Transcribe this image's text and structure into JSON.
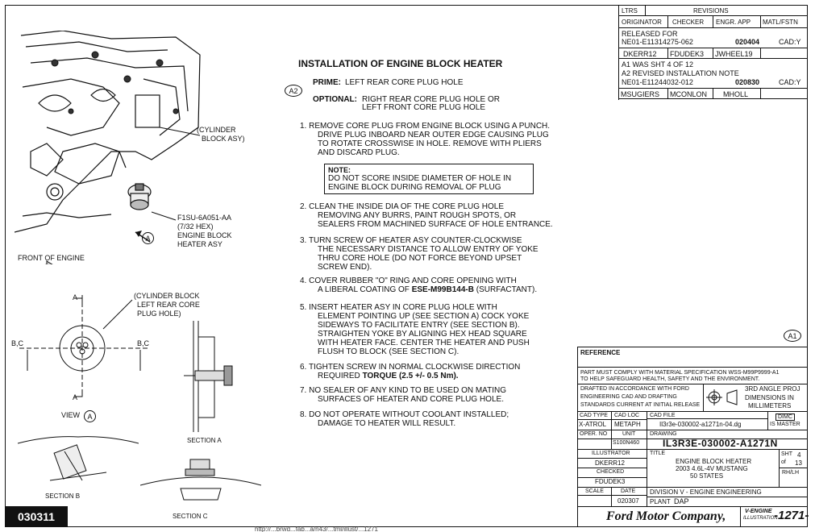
{
  "doc_code": "030311",
  "url_fragment": "http://...brwd...fab...a/n43/...tml/illust/...1271",
  "heading": "INSTALLATION OF ENGINE BLOCK HEATER",
  "rev_marker_a2": "A2",
  "rev_marker_a1": "A1",
  "prime_label": "PRIME:",
  "prime_text": "LEFT REAR CORE PLUG HOLE",
  "optional_label": "OPTIONAL:",
  "optional_line1": "RIGHT REAR CORE PLUG HOLE OR",
  "optional_line2": "LEFT FRONT CORE PLUG HOLE",
  "steps": {
    "s1": [
      "1.  REMOVE CORE PLUG FROM ENGINE BLOCK USING A PUNCH.",
      "DRIVE PLUG INBOARD NEAR OUTER EDGE CAUSING PLUG",
      "TO ROTATE CROSSWISE IN HOLE. REMOVE WITH PLIERS",
      "AND DISCARD PLUG."
    ],
    "note_title": "NOTE:",
    "note_lines": [
      "DO NOT SCORE INSIDE DIAMETER OF HOLE IN",
      "ENGINE BLOCK DURING REMOVAL OF PLUG"
    ],
    "s2": [
      "2.  CLEAN THE INSIDE DIA OF THE CORE PLUG HOLE",
      "REMOVING ANY BURRS, PAINT ROUGH SPOTS, OR",
      "SEALERS FROM MACHINED SURFACE OF HOLE ENTRANCE."
    ],
    "s3": [
      "3.  TURN SCREW OF HEATER ASY COUNTER-CLOCKWISE",
      "THE NECESSARY DISTANCE TO ALLOW ENTRY OF YOKE",
      "THRU CORE HOLE (DO NOT FORCE BEYOND UPSET",
      "SCREW END)."
    ],
    "s4_l1": "4.  COVER RUBBER \"O\" RING AND CORE OPENING WITH",
    "s4_l2a": "A LIBERAL COATING OF ",
    "s4_l2b": "ESE-M99B144-B",
    "s4_l2c": " (SURFACTANT).",
    "s5": [
      "5.  INSERT HEATER ASY IN CORE PLUG HOLE WITH",
      "ELEMENT POINTING UP (SEE SECTION A) COCK YOKE",
      "SIDEWAYS TO FACILITATE ENTRY (SEE SECTION B).",
      "STRAIGHTEN YOKE BY ALIGNING HEX HEAD SQUARE",
      "WITH HEATER FACE. CENTER THE HEATER AND PUSH",
      "FLUSH TO BLOCK (SEE SECTION C)."
    ],
    "s6_l1": "6.  TIGHTEN SCREW IN NORMAL CLOCKWISE DIRECTION",
    "s6_l2a": "REQUIRED ",
    "s6_l2b": "TORQUE (2.5 +/- 0.5 Nm).",
    "s7": [
      "7.  NO SEALER OF ANY KIND TO BE USED ON MATING",
      "SURFACES OF HEATER AND CORE PLUG HOLE."
    ],
    "s8": [
      "8.  DO NOT OPERATE WITHOUT COOLANT INSTALLED;",
      "DAMAGE TO HEATER WILL RESULT."
    ]
  },
  "illus": {
    "cyl_block": [
      "(CYLINDER",
      "BLOCK ASY)"
    ],
    "part": [
      "F1SU-6A051-AA",
      "(7/32 HEX)",
      "ENGINE BLOCK",
      "HEATER ASY"
    ],
    "front": "FRONT OF ENGINE",
    "view_a_marker": "A",
    "cyl_left_rear": [
      "(CYLINDER BLOCK",
      "LEFT REAR CORE",
      "PLUG HOLE)"
    ],
    "a_top": "A",
    "a_bot": "A",
    "bc_left": "B,C",
    "bc_right": "B,C",
    "view_label": "VIEW",
    "view_letter": "A",
    "section_a": "SECTION A",
    "section_b": "SECTION B",
    "section_c": "SECTION C"
  },
  "revisions": {
    "ltrs": "LTRS",
    "title": "REVISIONS",
    "headers": [
      "ORIGINATOR",
      "CHECKER",
      "ENGR. APP",
      "MATL/FSTN"
    ],
    "released_for": "RELEASED FOR",
    "r0_doc": "NE01-E11314275-062",
    "r0_date": "020404",
    "r0_cad": "CAD:Y",
    "r0_people": [
      "DKERR12",
      "FDUDEK3",
      "JWHEEL19"
    ],
    "a1_line": "A1  WAS SHT 4 OF 12",
    "a2_line": "A2  REVISED INSTALLATION NOTE",
    "r1_doc": "NE01-E11244032-012",
    "r1_date": "020830",
    "r1_cad": "CAD:Y",
    "r1_people": [
      "MSUGIERS",
      "MCONLON",
      "MHOLL"
    ]
  },
  "titleblock": {
    "reference": "REFERENCE",
    "spec": [
      "PART MUST COMPLY WITH MATERIAL SPECIFICATION WSS-M99P9999-A1",
      "TO HELP SAFEGUARD HEALTH, SAFETY AND THE ENVIRONMENT."
    ],
    "drafted": [
      "DRAFTED IN ACCORDANCE WITH FORD",
      "ENGINEERING CAD AND DRAFTING",
      "STANDARDS CURRENT AT INITIAL RELEASE"
    ],
    "proj": [
      "3RD ANGLE PROJ",
      "DIMENSIONS IN",
      "MILLIMETERS"
    ],
    "cad_type_label": "CAD TYPE",
    "cad_type": "X-ATROL",
    "cad_loc_label": "CAD LOC",
    "cad_loc": "METAPH",
    "cad_file_label": "CAD FILE",
    "cad_file": "Il3r3e-030002-a1271n-04.dg",
    "dimc": "DIMC",
    "is_master": "IS MASTER",
    "oper_label": "OPER. NO",
    "unit_label": "UNIT",
    "unit": "S100N460",
    "drawing_label": "DRAWING",
    "drawing_no": "IL3R3E-030002-A1271N",
    "illustrator_label": "ILLUSTRATOR",
    "illustrator": "DKERR12",
    "checked_label": "CHECKED",
    "checked": "FDUDEK3",
    "title_label": "TITLE",
    "title_lines": [
      "ENGINE BLOCK HEATER",
      "2003 4.6L-4V MUSTANG",
      "50 STATES"
    ],
    "sht_label": "SHT",
    "sht": "4",
    "of_label": "of",
    "of": "13",
    "rhlh": "RH/LH",
    "scale_label": "SCALE",
    "date_label": "DATE",
    "date": "020307",
    "division": "DIVISION V - ENGINE ENGINEERING",
    "plant_label": "PLANT",
    "plant": "DAP",
    "company": "Ford Motor Company,",
    "v_engine": "V-ENGINE",
    "illustration": "ILLUSTRATION",
    "ill_no": "-1271-"
  }
}
